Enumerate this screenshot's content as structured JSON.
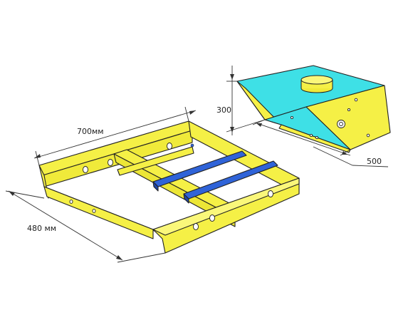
{
  "dimensions": {
    "frame_length": "700мм",
    "frame_width": "480 мм",
    "hopper_height": "300",
    "hopper_length": "500"
  },
  "colors": {
    "frame_yellow": "#f5f046",
    "hopper_cyan": "#3ee0e6",
    "rail_blue": "#2f63d8",
    "outline": "#222222"
  }
}
